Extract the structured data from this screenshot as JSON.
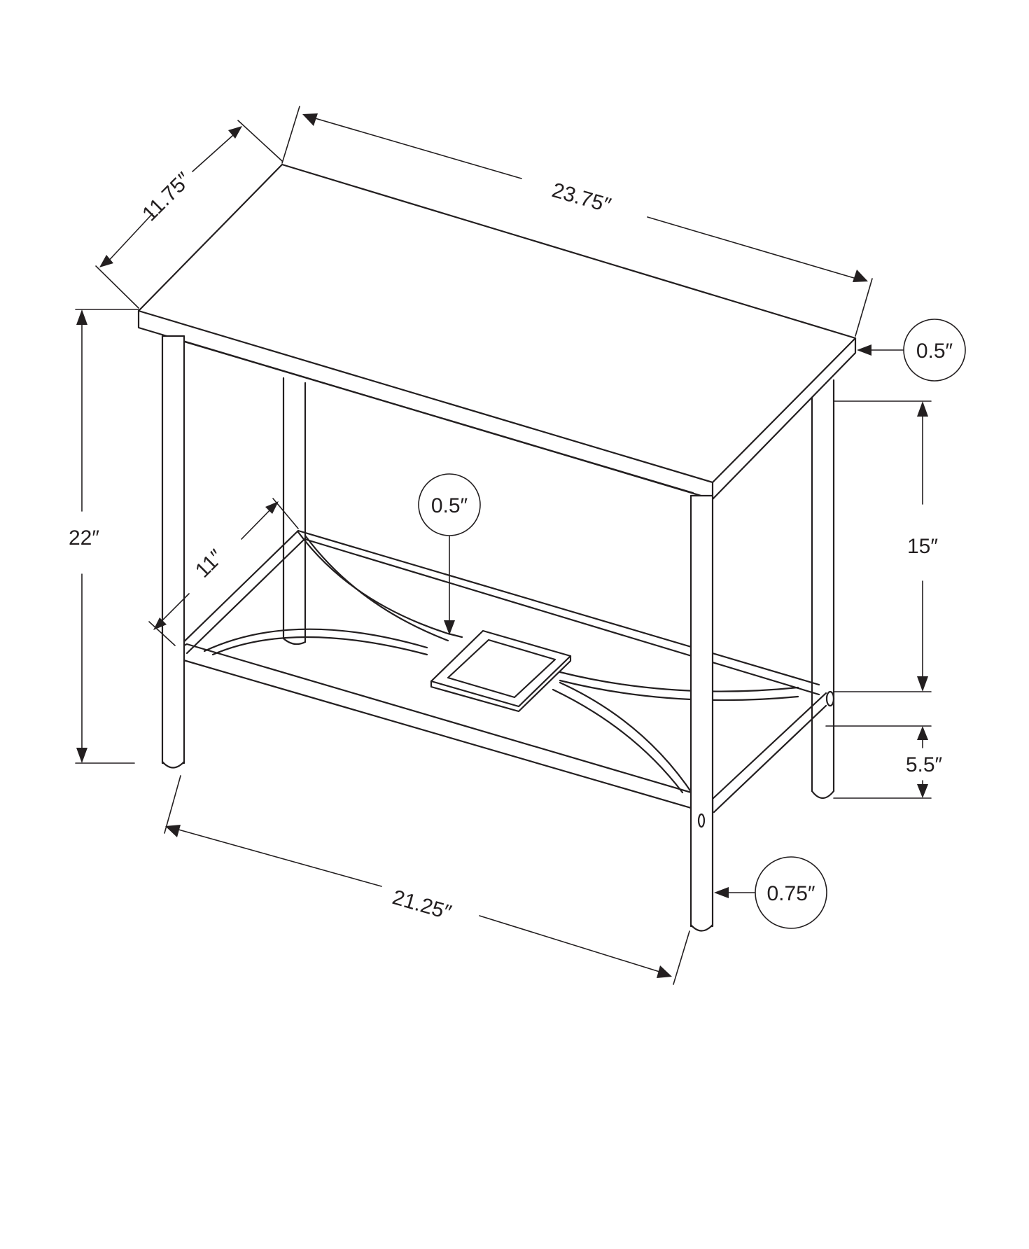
{
  "dimensions": {
    "top_length": "23.75″",
    "top_depth": "11.75″",
    "overall_height": "22″",
    "shelf_depth": "11″",
    "shelf_to_top": "15″",
    "shelf_height": "5.5″",
    "top_thickness": "0.5″",
    "shelf_frame": "0.5″",
    "leg_diameter": "0.75″",
    "base_length": "21.25″"
  },
  "colors": {
    "line": "#231f20",
    "background": "#ffffff"
  }
}
